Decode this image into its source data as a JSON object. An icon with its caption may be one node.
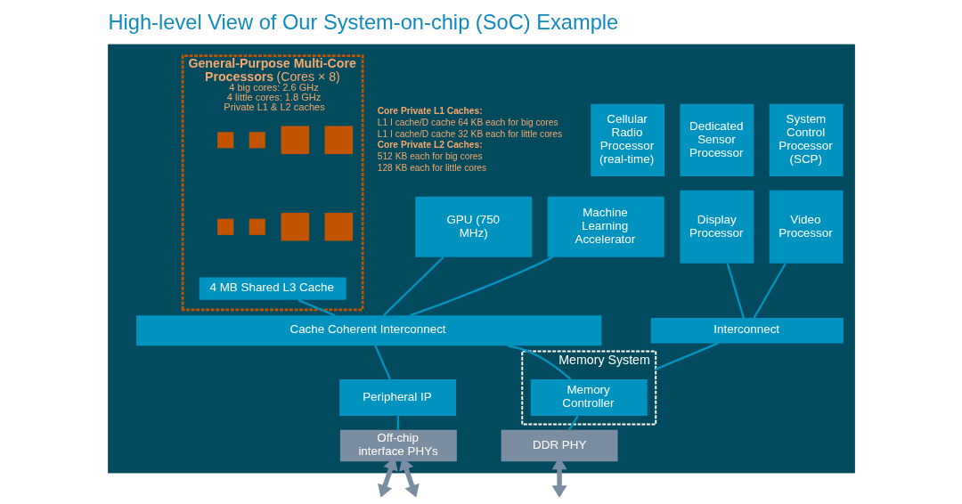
{
  "diagram": {
    "title": "High-level View of Our System-on-chip (SoC) Example",
    "nodes": [
      {
        "text": [],
        "shape": "box"
      },
      {
        "text": [
          "**General-Purpose Multi-Core Processors** (Cores × 8)",
          "4 big cores: 2.6 GHz",
          "4 little cores: 1.8 GHz",
          "Private L1 & L2 caches"
        ],
        "in": 0
      },
      {
        "text": [],
        "shape": "box",
        "in": 1
      },
      {
        "text": [],
        "shape": "box",
        "in": 1
      },
      {
        "text": [],
        "shape": "box",
        "in": 1
      },
      {
        "text": [],
        "shape": "box",
        "in": 1
      },
      {
        "text": [],
        "shape": "box",
        "in": 1
      },
      {
        "text": [],
        "shape": "box",
        "in": 1
      },
      {
        "text": [],
        "shape": "box",
        "in": 1
      },
      {
        "text": [],
        "shape": "box",
        "in": 1
      },
      {
        "text": [
          "4 MB Shared L3 Cache"
        ],
        "in": 1
      },
      {
        "text": [
          "Cellular Radio Processor (real-time)"
        ],
        "in": 0
      },
      {
        "text": [
          "Dedicated Sensor Processor"
        ],
        "in": 0
      },
      {
        "text": [
          "System Control Processor (SCP)"
        ],
        "in": 0
      },
      {
        "text": [
          "GPU (750 MHz)"
        ],
        "in": 0
      },
      {
        "text": [
          "Machine Learning Accelerator"
        ],
        "in": 0
      },
      {
        "text": [
          "Display Processor"
        ],
        "in": 0
      },
      {
        "text": [
          "Video Processor"
        ],
        "in": 0
      },
      {
        "text": [
          "Cache Coherent Interconnect"
        ],
        "in": 0
      },
      {
        "text": [
          "Interconnect"
        ],
        "in": 0
      },
      {
        "text": [
          "Peripheral IP"
        ],
        "in": 0
      },
      {
        "text": [
          "Memory System"
        ],
        "in": 0
      },
      {
        "text": [
          "Memory Controller"
        ],
        "in": 21
      },
      {
        "text": [
          "Off-chip interface PHYs"
        ],
        "in": 0
      },
      {
        "text": [
          "DDR PHY"
        ],
        "in": 0
      }
    ],
    "edges": [
      {
        "from": 10,
        "to": 18,
        "arrow": "none"
      },
      {
        "from": 14,
        "to": 18,
        "arrow": "none"
      },
      {
        "from": 15,
        "to": 18,
        "arrow": "none"
      },
      {
        "from": 16,
        "to": 19,
        "arrow": "none"
      },
      {
        "from": 17,
        "to": 19,
        "arrow": "none"
      },
      {
        "from": 18,
        "to": 20,
        "arrow": "none"
      },
      {
        "from": 18,
        "to": 22,
        "arrow": "none"
      },
      {
        "from": 19,
        "to": 21,
        "arrow": "none"
      },
      {
        "from": 20,
        "to": 23,
        "arrow": "none"
      },
      {
        "from": 22,
        "to": 24,
        "arrow": "none"
      },
      {
        "from": 23,
        "to": null,
        "arrow": "both",
        "style": "thick",
        "color": "#7b8da0"
      },
      {
        "from": 23,
        "to": null,
        "arrow": "both",
        "style": "thick",
        "color": "#7b8da0"
      },
      {
        "from": 24,
        "to": null,
        "arrow": "both",
        "style": "thick",
        "color": "#7b8da0"
      }
    ],
    "labels": [
      "Core Private L1 Caches:",
      "L1 I cache/D cache 64 KB each for big cores",
      "L1 I cache/D cache 32 KB each for little cores",
      "Core Private L2 Caches:",
      "512 KB each for big cores",
      "128 KB each for little cores"
    ]
  }
}
